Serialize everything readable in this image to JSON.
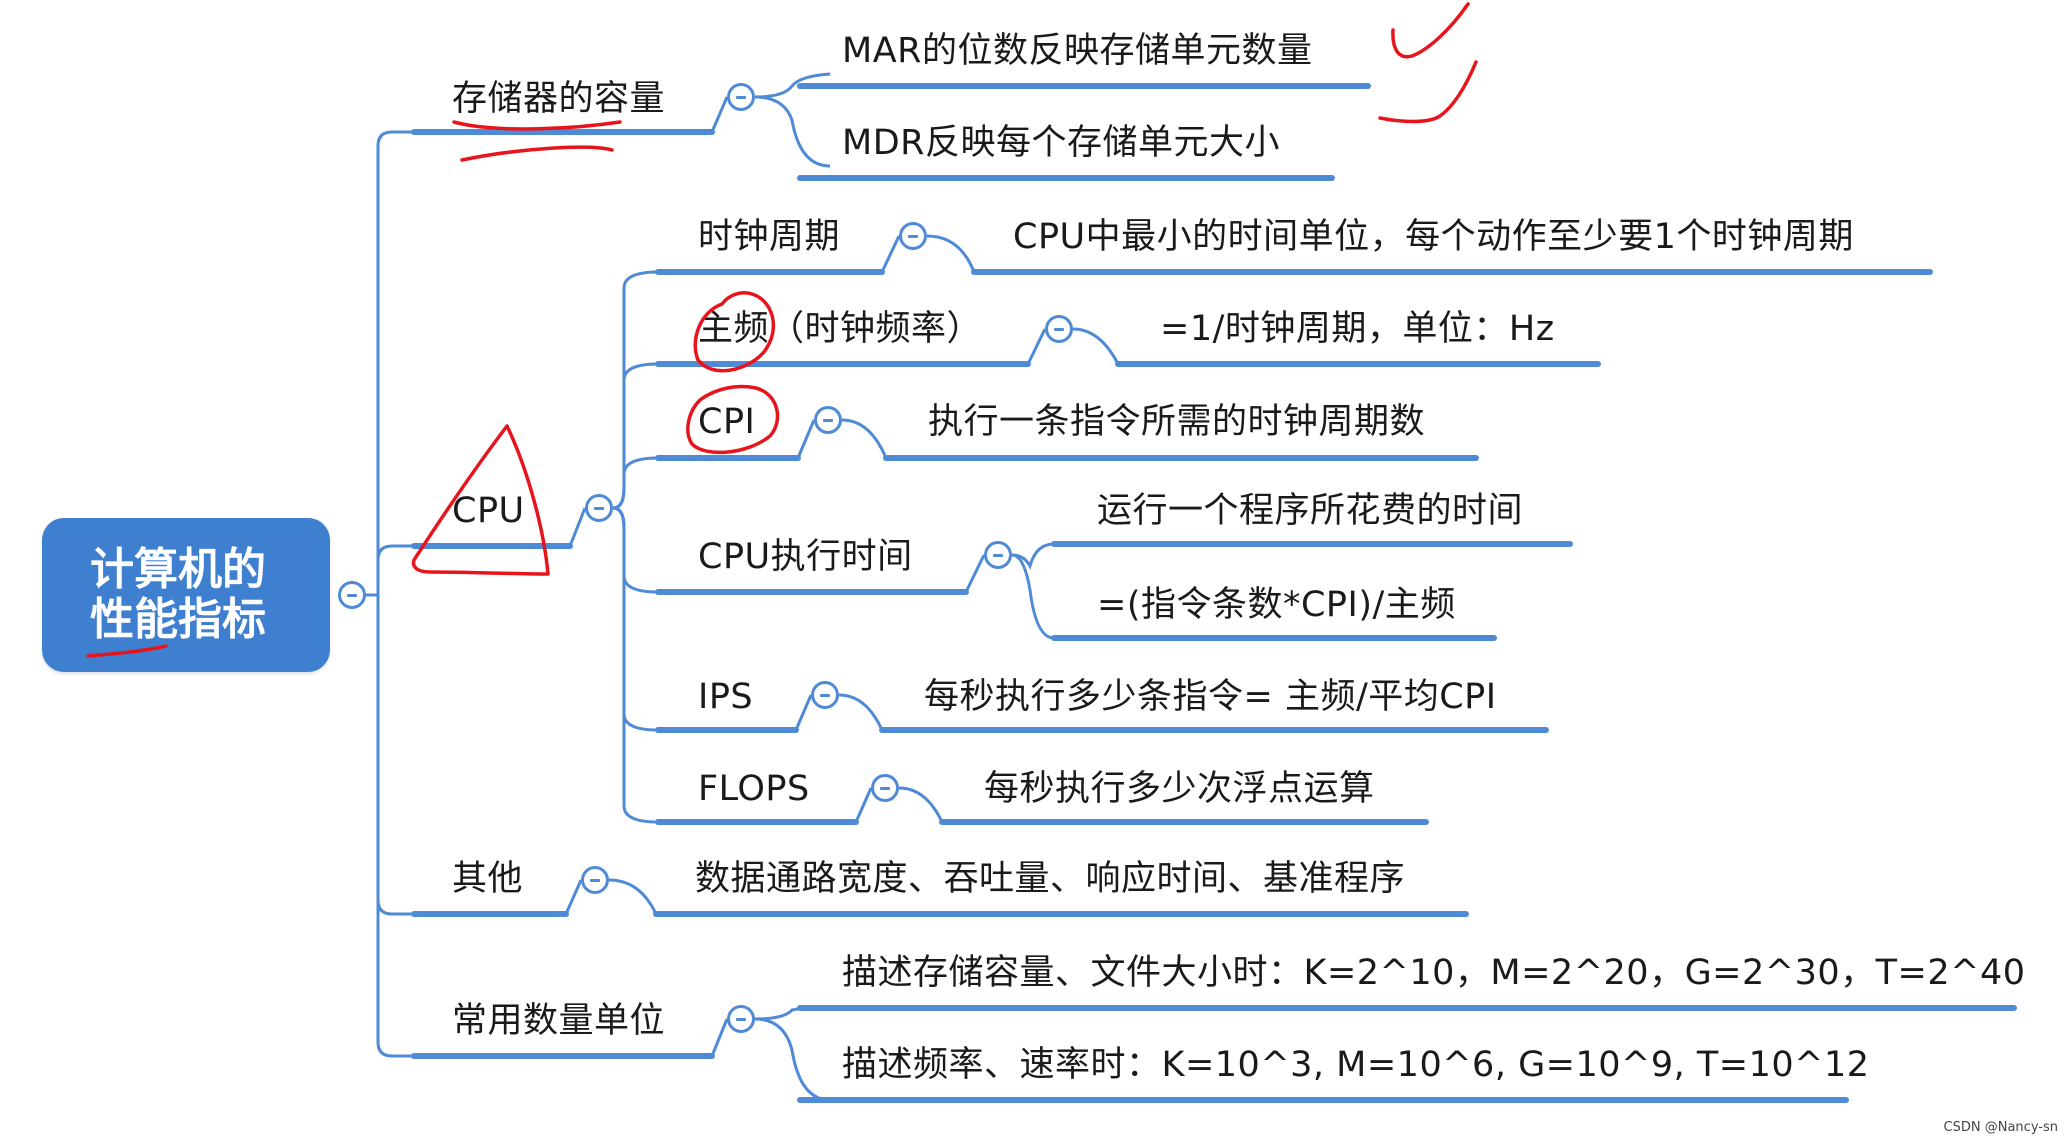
{
  "root": {
    "line1": "计算机的",
    "line2": "性能指标"
  },
  "storage": {
    "label": "存储器的容量",
    "children": [
      "MAR的位数反映存储单元数量",
      "MDR反映每个存储单元大小"
    ]
  },
  "cpu": {
    "label": "CPU",
    "items": [
      {
        "label": "时钟周期",
        "desc": "CPU中最小的时间单位，每个动作至少要1个时钟周期"
      },
      {
        "label": "主频（时钟频率）",
        "desc": "=1/时钟周期，单位：Hz"
      },
      {
        "label": "CPI",
        "desc": "执行一条指令所需的时钟周期数"
      },
      {
        "label": "CPU执行时间",
        "descs": [
          "运行一个程序所花费的时间",
          "=(指令条数*CPI)/主频"
        ]
      },
      {
        "label": "IPS",
        "desc": "每秒执行多少条指令= 主频/平均CPI"
      },
      {
        "label": "FLOPS",
        "desc": "每秒执行多少次浮点运算"
      }
    ]
  },
  "other": {
    "label": "其他",
    "desc": "数据通路宽度、吞吐量、响应时间、基准程序"
  },
  "units": {
    "label": "常用数量单位",
    "children": [
      "描述存储容量、文件大小时：K=2^10，M=2^20，G=2^30，T=2^40",
      "描述频率、速率时：K=10^3, M=10^6, G=10^9, T=10^12"
    ]
  },
  "watermark": "CSDN @Nancy-sn",
  "colors": {
    "line": "#4f8ad6",
    "root_fill": "#3f7fd0",
    "ink": "#e8141c"
  }
}
